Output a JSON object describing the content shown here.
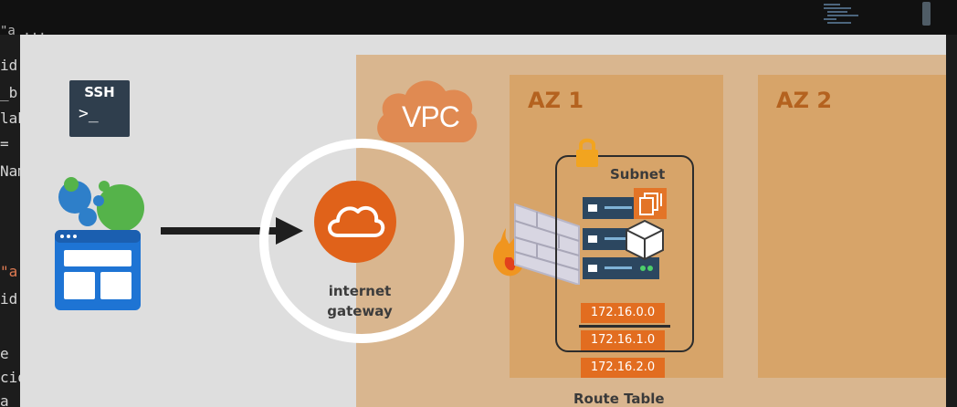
{
  "editor": {
    "top_line": "\"a                     ...               ",
    "gutter_lines": [
      {
        "text": "id",
        "orange": false
      },
      {
        "text": "_b",
        "orange": false
      },
      {
        "text": "lab",
        "orange": false
      },
      {
        "text": "=",
        "orange": false
      },
      {
        "text": "Nam",
        "orange": false
      },
      {
        "text": "\"a",
        "orange": true
      },
      {
        "text": "id",
        "orange": false
      },
      {
        "text": "e",
        "orange": false
      },
      {
        "text": "cio",
        "orange": false
      },
      {
        "text": "a",
        "orange": false
      }
    ]
  },
  "diagram": {
    "ssh_label": "SSH",
    "ssh_prompt": ">_",
    "vpc_label": "VPC",
    "az1_label": "AZ 1",
    "az2_label": "AZ 2",
    "igw_label_line1": "internet",
    "igw_label_line2": "gateway",
    "subnet_label": "Subnet",
    "route_table": {
      "rows": [
        "172.16.0.0",
        "172.16.1.0",
        "172.16.2.0"
      ],
      "title": "Route Table"
    }
  },
  "colors": {
    "vpc_region": "#d9b68f",
    "az": "#d7a469",
    "accent_orange": "#e0621a",
    "az_text": "#b4621f"
  }
}
